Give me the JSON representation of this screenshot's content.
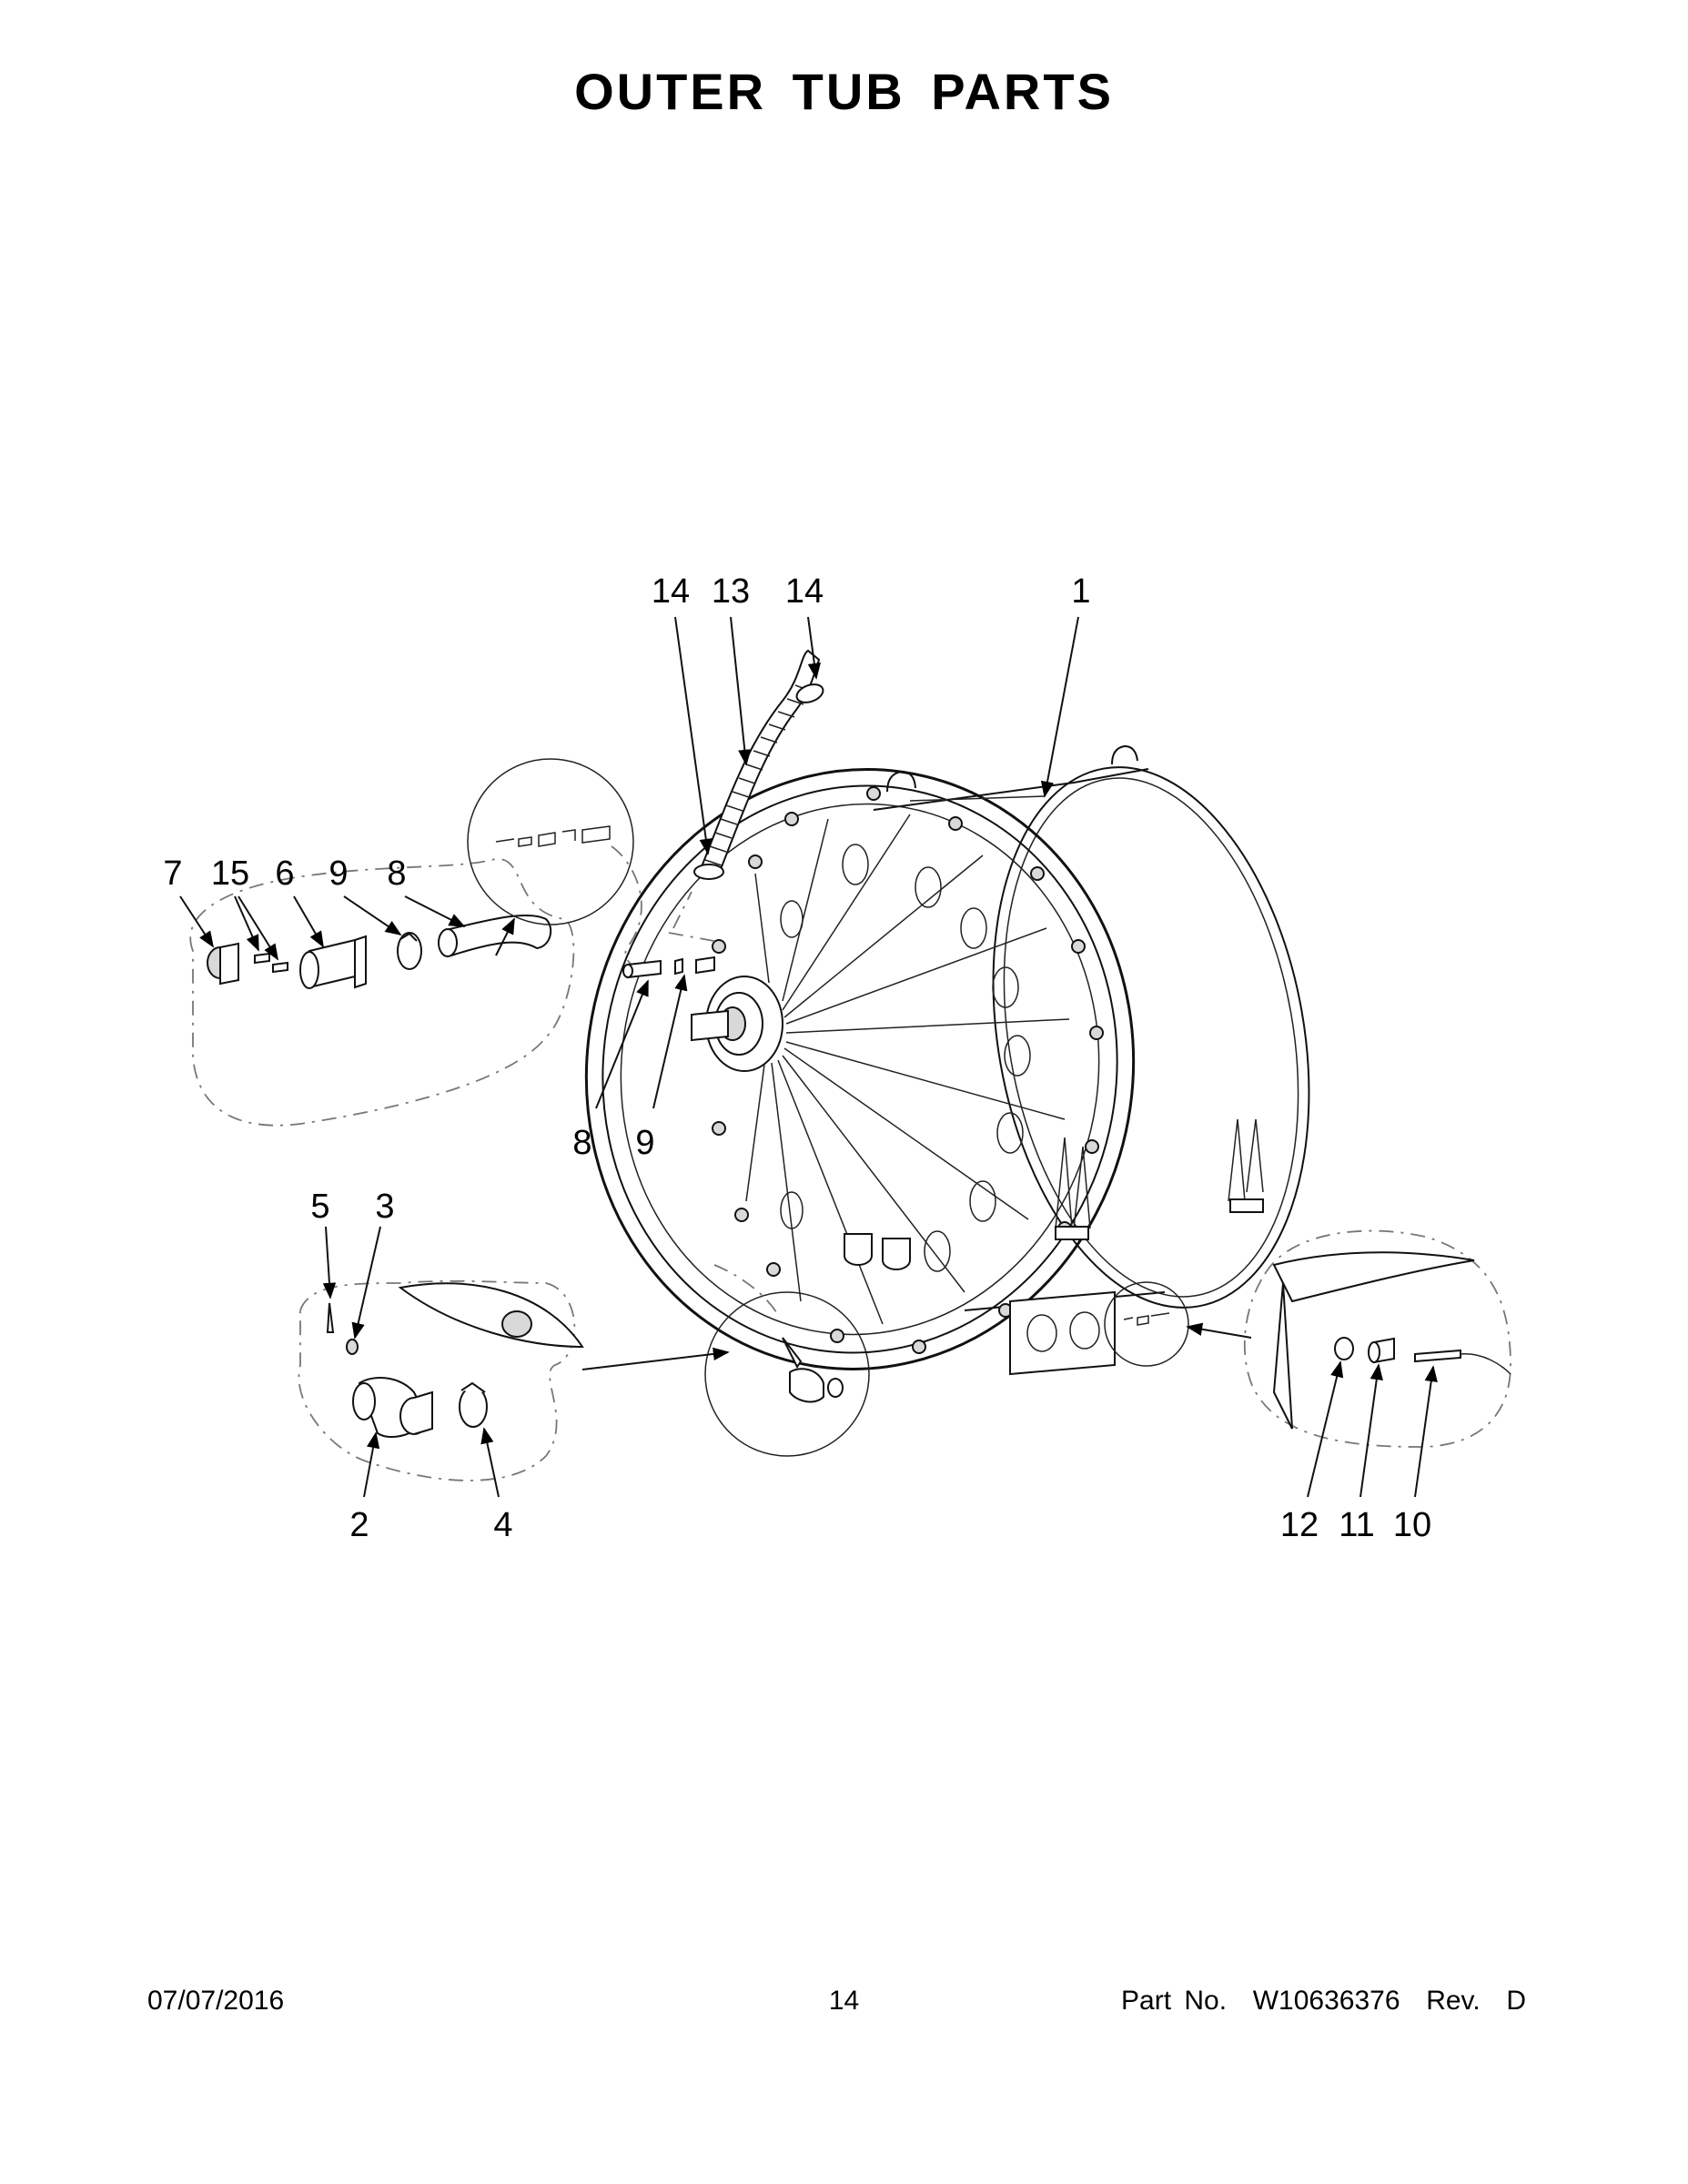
{
  "page": {
    "title": "OUTER TUB PARTS",
    "footer": {
      "date": "07/07/2016",
      "page_number": "14",
      "part_number": "Part No.  W10636376  Rev.  D"
    }
  },
  "callouts": [
    {
      "id": "c-14a",
      "label": "14"
    },
    {
      "id": "c-13",
      "label": "13"
    },
    {
      "id": "c-14b",
      "label": "14"
    },
    {
      "id": "c-1",
      "label": "1"
    },
    {
      "id": "c-7",
      "label": "7"
    },
    {
      "id": "c-15",
      "label": "15"
    },
    {
      "id": "c-6",
      "label": "6"
    },
    {
      "id": "c-9a",
      "label": "9"
    },
    {
      "id": "c-8a",
      "label": "8"
    },
    {
      "id": "c-8b",
      "label": "8"
    },
    {
      "id": "c-9b",
      "label": "9"
    },
    {
      "id": "c-5",
      "label": "5"
    },
    {
      "id": "c-3",
      "label": "3"
    },
    {
      "id": "c-2",
      "label": "2"
    },
    {
      "id": "c-4",
      "label": "4"
    },
    {
      "id": "c-12",
      "label": "12"
    },
    {
      "id": "c-11",
      "label": "11"
    },
    {
      "id": "c-10",
      "label": "10"
    }
  ]
}
